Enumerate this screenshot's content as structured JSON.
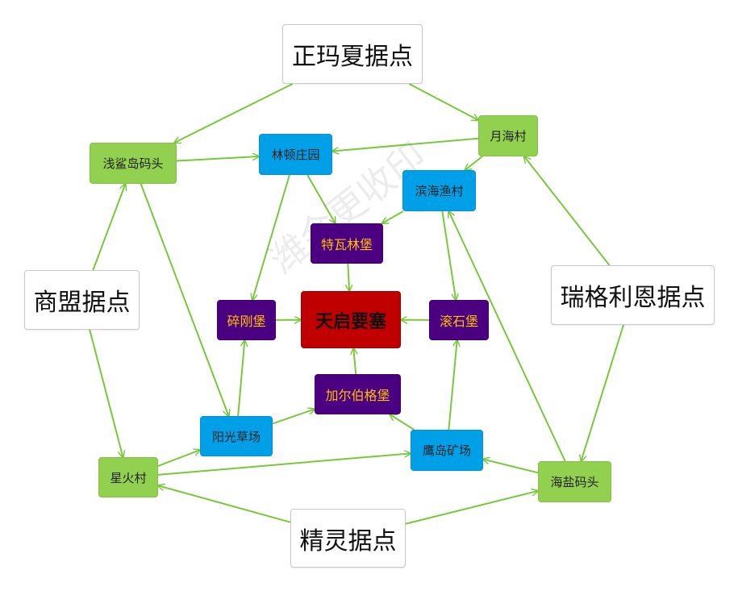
{
  "watermark": "潍会更收印",
  "colors": {
    "edge": "#77c93b",
    "base_fill": "#ffffff",
    "village_fill": "#92d050",
    "blue_fill": "#00a0e9",
    "fort_fill": "#4b0082",
    "fort_text": "#ffc000",
    "core_fill": "#c00000"
  },
  "nodes": {
    "zhengmaxia": {
      "label": "正玛夏据点",
      "kind": "base"
    },
    "shangmeng": {
      "label": "商盟据点",
      "kind": "base"
    },
    "ruigelien": {
      "label": "瑞格利恩据点",
      "kind": "base"
    },
    "jingling": {
      "label": "精灵据点",
      "kind": "base"
    },
    "qianshadao": {
      "label": "浅鲨岛码头",
      "kind": "village"
    },
    "yuehai": {
      "label": "月海村",
      "kind": "village"
    },
    "xinghuo": {
      "label": "星火村",
      "kind": "village"
    },
    "haiyan": {
      "label": "海盐码头",
      "kind": "village"
    },
    "lindun": {
      "label": "林顿庄园",
      "kind": "blue"
    },
    "binhai": {
      "label": "滨海渔村",
      "kind": "blue"
    },
    "yangguang": {
      "label": "阳光草场",
      "kind": "blue"
    },
    "yingdao": {
      "label": "鹰岛矿场",
      "kind": "blue"
    },
    "tewalin": {
      "label": "特瓦林堡",
      "kind": "fort"
    },
    "suigang": {
      "label": "碎刚堡",
      "kind": "fort"
    },
    "gunshi": {
      "label": "滚石堡",
      "kind": "fort"
    },
    "jiaerbo": {
      "label": "加尔伯格堡",
      "kind": "fort"
    },
    "tianqi": {
      "label": "天启要塞",
      "kind": "core"
    }
  },
  "edges": [
    [
      "zhengmaxia",
      "qianshadao"
    ],
    [
      "zhengmaxia",
      "yuehai"
    ],
    [
      "qianshadao",
      "lindun"
    ],
    [
      "yuehai",
      "lindun"
    ],
    [
      "yuehai",
      "binhai"
    ],
    [
      "lindun",
      "tewalin"
    ],
    [
      "lindun",
      "suigang"
    ],
    [
      "binhai",
      "tewalin"
    ],
    [
      "binhai",
      "gunshi"
    ],
    [
      "tewalin",
      "tianqi"
    ],
    [
      "suigang",
      "tianqi"
    ],
    [
      "gunshi",
      "tianqi"
    ],
    [
      "jiaerbo",
      "tianqi"
    ],
    [
      "shangmeng",
      "qianshadao"
    ],
    [
      "shangmeng",
      "xinghuo"
    ],
    [
      "qianshadao",
      "yangguang"
    ],
    [
      "yangguang",
      "suigang"
    ],
    [
      "yangguang",
      "jiaerbo"
    ],
    [
      "xinghuo",
      "yangguang"
    ],
    [
      "xinghuo",
      "yingdao"
    ],
    [
      "yingdao",
      "jiaerbo"
    ],
    [
      "yingdao",
      "gunshi"
    ],
    [
      "haiyan",
      "yingdao"
    ],
    [
      "haiyan",
      "binhai"
    ],
    [
      "ruigelien",
      "yuehai"
    ],
    [
      "ruigelien",
      "haiyan"
    ],
    [
      "jingling",
      "xinghuo"
    ],
    [
      "jingling",
      "haiyan"
    ]
  ]
}
